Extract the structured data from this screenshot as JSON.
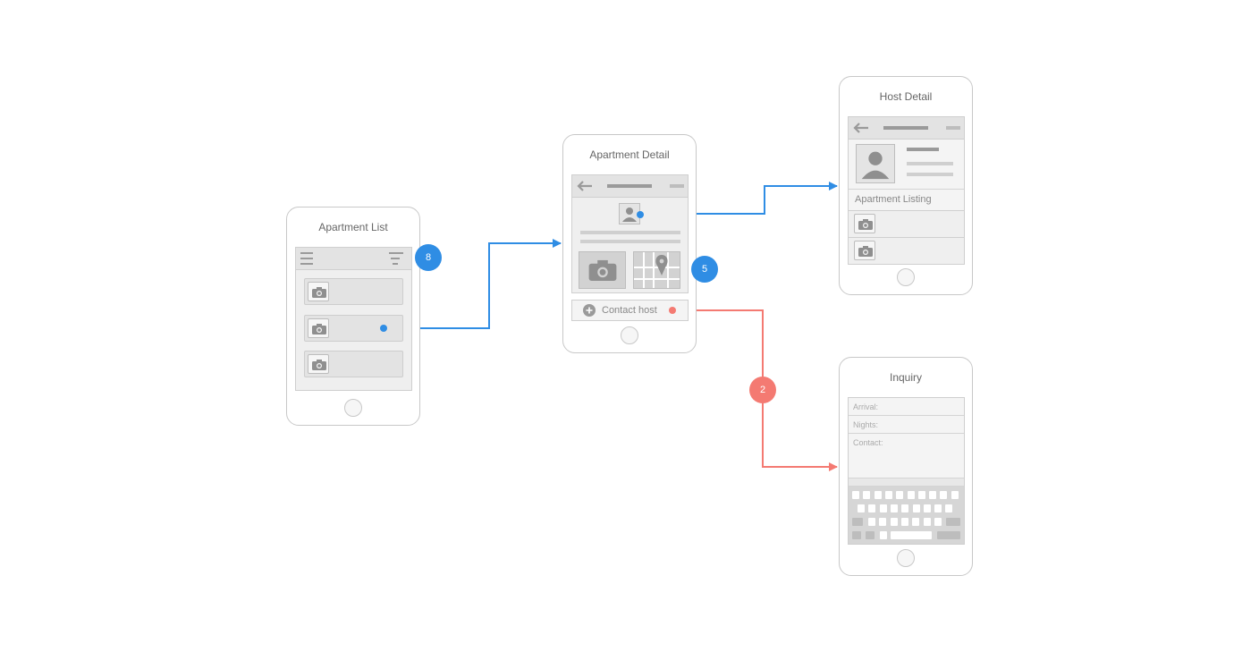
{
  "screens": {
    "apartment_list": {
      "title": "Apartment List"
    },
    "apartment_detail": {
      "title": "Apartment Detail",
      "contact_label": "Contact host"
    },
    "host_detail": {
      "title": "Host Detail",
      "section_label": "Apartment Listing"
    },
    "inquiry": {
      "title": "Inquiry",
      "fields": [
        "Arrival:",
        "Nights:",
        "Contact:"
      ]
    }
  },
  "badges": {
    "list_count": "8",
    "detail_count": "5",
    "contact_count": "2"
  },
  "colors": {
    "blue_link": "#2f8de4",
    "red_link": "#f47a72",
    "wire_gray": "#9a9a9a"
  }
}
